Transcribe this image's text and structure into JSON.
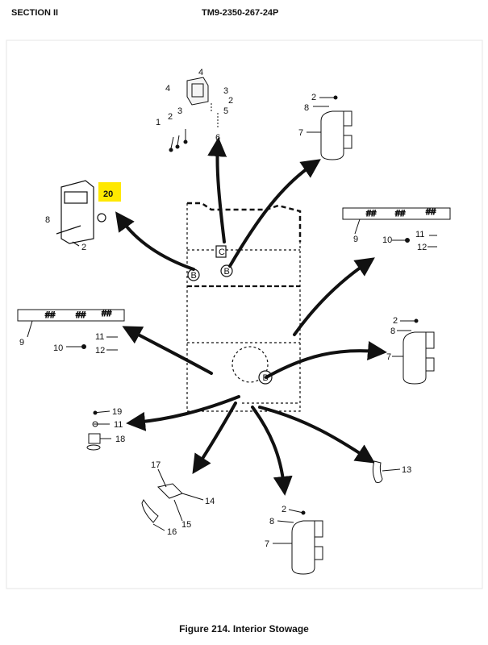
{
  "header": {
    "section": "SECTION  II",
    "tm_number": "TM9-2350-267-24P"
  },
  "figure": {
    "caption": "Figure 214. Interior Stowage",
    "highlight_color": "#ffe800",
    "highlighted_callout": "20",
    "vehicle_markers": {
      "left_circle": "B",
      "center_bracket": "C",
      "right_circle": "B",
      "lower_circle": "B"
    },
    "callouts": {
      "top_center": [
        "4",
        "3",
        "2",
        "4",
        "5",
        "1",
        "2",
        "3",
        "6"
      ],
      "top_right": [
        "2",
        "8",
        "7"
      ],
      "upper_left": [
        "20",
        "8",
        "2"
      ],
      "right_strip": [
        "9",
        "10",
        "11",
        "12"
      ],
      "left_strip": [
        "9",
        "10",
        "11",
        "12"
      ],
      "right_clip": [
        "2",
        "8",
        "7"
      ],
      "lower_left": [
        "19",
        "11",
        "18"
      ],
      "bottom_left": [
        "17",
        "14",
        "15",
        "16"
      ],
      "bottom_center": [
        "2",
        "8",
        "7"
      ],
      "bottom_right": [
        "13"
      ]
    }
  }
}
